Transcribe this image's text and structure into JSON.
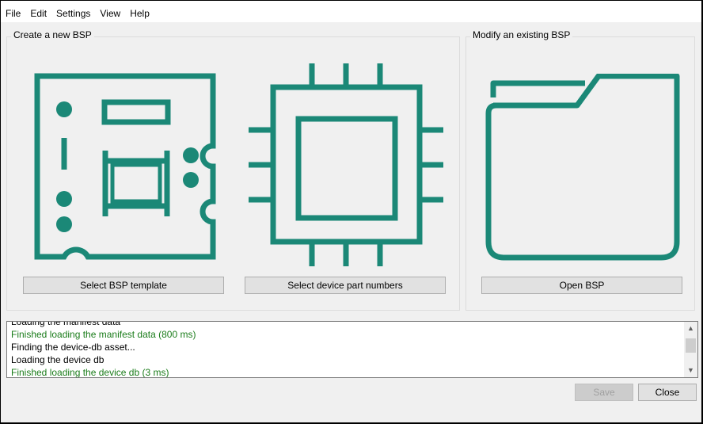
{
  "menu": {
    "items": [
      {
        "label": "File"
      },
      {
        "label": "Edit"
      },
      {
        "label": "Settings"
      },
      {
        "label": "View"
      },
      {
        "label": "Help"
      }
    ]
  },
  "create_group": {
    "title": "Create a new BSP",
    "template_button": "Select BSP template",
    "device_button": "Select device part numbers"
  },
  "modify_group": {
    "title": "Modify an existing BSP",
    "open_button": "Open BSP"
  },
  "log": {
    "lines": [
      {
        "text": "Loading the manifest data",
        "status": "info"
      },
      {
        "text": "Finished loading the manifest data (800 ms)",
        "status": "success"
      },
      {
        "text": "Finding the device-db asset...",
        "status": "info"
      },
      {
        "text": "Loading the device db",
        "status": "info"
      },
      {
        "text": "Finished loading the device db (3 ms)",
        "status": "success"
      }
    ]
  },
  "footer": {
    "save_label": "Save",
    "close_label": "Close"
  },
  "colors": {
    "icon": "#1b8877",
    "success_text": "#1a7c1a"
  },
  "icons": [
    "board-icon",
    "chip-icon",
    "folder-icon"
  ]
}
